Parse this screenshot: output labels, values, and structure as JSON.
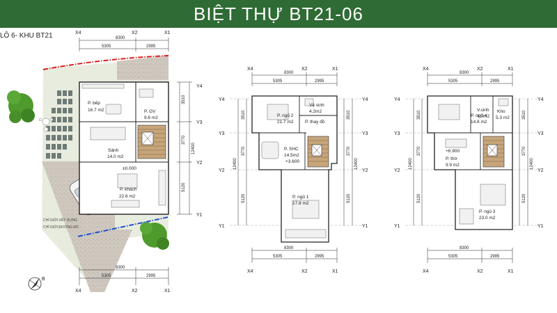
{
  "title": "BIỆT THỰ BT21-06",
  "lot_label": "LÔ 6- KHU BT21",
  "grid": {
    "cols": [
      "X4",
      "X2",
      "X1"
    ],
    "rows": [
      "Y4",
      "Y3",
      "Y2",
      "Y1"
    ],
    "dim_total_x": "8300",
    "dim_x1": "5305",
    "dim_x2": "2995",
    "dim_y1": "3510",
    "dim_y2": "3770",
    "dim_y3": "5120",
    "dim_total_y": "12400"
  },
  "ground_floor": {
    "rooms": [
      {
        "name": "P. bếp",
        "area": "16.7 m2"
      },
      {
        "name": "P. GV",
        "area": "9.6 m2"
      },
      {
        "name": "Sảnh",
        "area": "14.0 m2"
      },
      {
        "name": "P. khách",
        "area": "22.6 m2"
      }
    ],
    "level": "±0.000",
    "notes": [
      "CHỈ GIỚI XÂY DỰNG",
      "CHỈ GIỚI ĐƯỜNG ĐỎ"
    ]
  },
  "second_floor": {
    "rooms": [
      {
        "name": "P. ngủ 2",
        "area": "21.7 m2"
      },
      {
        "name": "Vệ sinh",
        "area": "4.2m2"
      },
      {
        "name": "P. thay đồ",
        "area": ""
      },
      {
        "name": "P. SHC",
        "area": "14.5m2"
      },
      {
        "name": "P. ngủ 1",
        "area": "17.8 m2"
      }
    ],
    "level": "+3.600"
  },
  "third_floor": {
    "rooms": [
      {
        "name": "P. ngủ 4",
        "area": "14.8 m2"
      },
      {
        "name": "V.sinh",
        "area": "4.0m2"
      },
      {
        "name": "Kho",
        "area": "5.3 m2"
      },
      {
        "name": "P. thờ",
        "area": "9.9 m2"
      },
      {
        "name": "P. ngủ 3",
        "area": "23.0 m2"
      }
    ],
    "level": "+6.900"
  },
  "compass_label": "B",
  "colors": {
    "banner": "#2f6b34",
    "lawn": "#d6dfc8",
    "paving": "#c9c3bb",
    "red_boundary": "#d81e1e",
    "blue_boundary": "#1f4fc9",
    "stair": "#c7a57b",
    "tree": "#4f9a2c"
  }
}
